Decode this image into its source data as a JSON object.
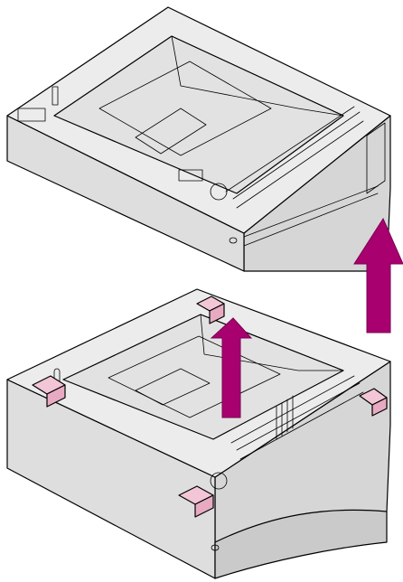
{
  "illustration": {
    "components": [
      "upper-drawer-unit",
      "lower-drawer-unit"
    ],
    "arrows": [
      "lift-arrow-small",
      "lift-arrow-large"
    ],
    "colors": {
      "body": "#ececec",
      "shade": "#d9d9d9",
      "dark_shade": "#c8c8c8",
      "outline": "#000000",
      "highlight": "#f2c6d6",
      "arrow": "#a8006f"
    }
  }
}
